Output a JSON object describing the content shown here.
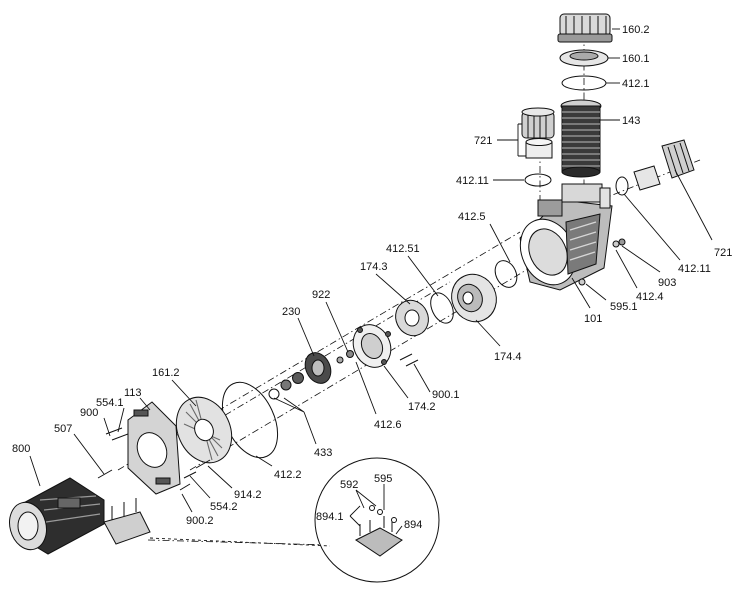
{
  "diagram": {
    "labels": {
      "l160_2": "160.2",
      "l160_1": "160.1",
      "l412_1": "412.1",
      "l143": "143",
      "l721a": "721",
      "l412_11a": "412.11",
      "l412_5": "412.5",
      "l721b": "721",
      "l412_11b": "412.11",
      "l903": "903",
      "l412_4": "412.4",
      "l595_1": "595.1",
      "l101": "101",
      "l412_51": "412.51",
      "l174_3": "174.3",
      "l174_4": "174.4",
      "l922": "922",
      "l230": "230",
      "l900_1": "900.1",
      "l174_2": "174.2",
      "l412_6": "412.6",
      "l161_2": "161.2",
      "l113": "113",
      "l554_1": "554.1",
      "l900a": "900",
      "l507": "507",
      "l433": "433",
      "l412_2": "412.2",
      "l914_2": "914.2",
      "l554_2": "554.2",
      "l900_2": "900.2",
      "l800": "800",
      "l592": "592",
      "l595": "595",
      "l894_1": "894.1",
      "l894": "894"
    }
  }
}
